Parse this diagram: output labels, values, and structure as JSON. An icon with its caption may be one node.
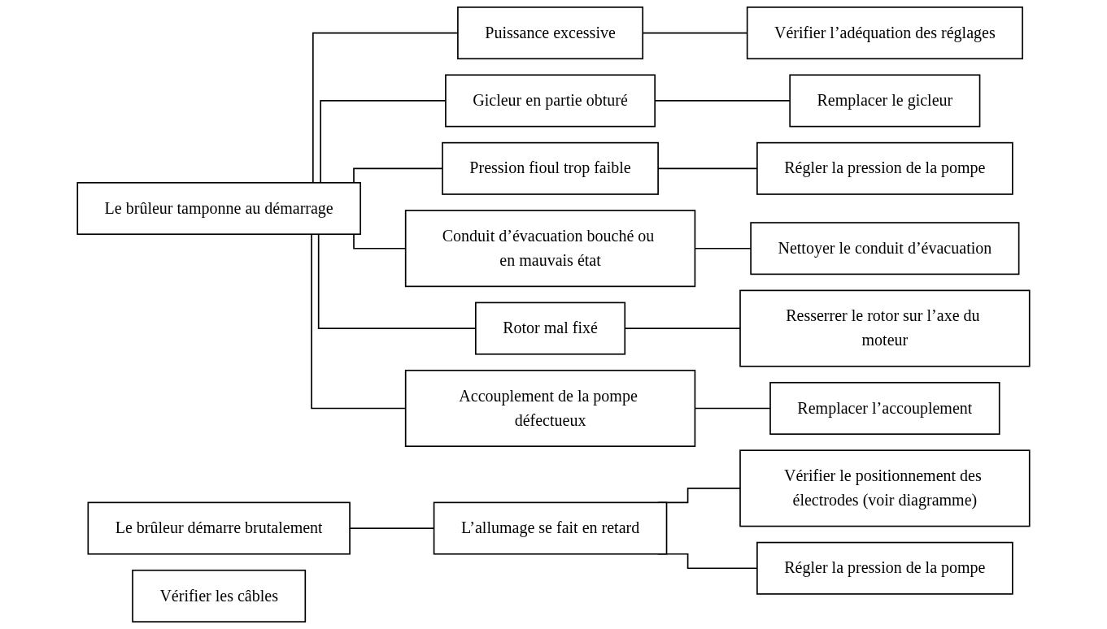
{
  "diagram": {
    "nodes": [
      {
        "text": [
          "Le brûleur tamponne au démarrage"
        ]
      },
      {
        "text": [
          "Puissance excessive"
        ]
      },
      {
        "text": [
          "Vérifier l’adéquation des réglages"
        ]
      },
      {
        "text": [
          "Gicleur en partie obturé"
        ]
      },
      {
        "text": [
          "Remplacer le gicleur"
        ]
      },
      {
        "text": [
          "Pression fioul trop faible"
        ]
      },
      {
        "text": [
          "Régler la pression de la pompe"
        ]
      },
      {
        "text": [
          "Conduit d’évacuation bouché ou en mauvais état"
        ]
      },
      {
        "text": [
          "Nettoyer le conduit d’évacuation"
        ]
      },
      {
        "text": [
          "Rotor mal fixé"
        ]
      },
      {
        "text": [
          "Resserrer le rotor sur l’axe du moteur"
        ]
      },
      {
        "text": [
          "Accouplement de la pompe défectueux"
        ]
      },
      {
        "text": [
          "Remplacer l’accouplement"
        ]
      },
      {
        "text": [
          "Le brûleur démarre brutalement"
        ]
      },
      {
        "text": [
          "L’allumage se fait en retard"
        ]
      },
      {
        "text": [
          "Vérifier le positionnement des électrodes (voir diagramme)"
        ]
      },
      {
        "text": [
          "Vérifier les câbles"
        ]
      },
      {
        "text": [
          "Régler la pression de la pompe"
        ]
      }
    ],
    "edges": [
      {
        "from": 0,
        "to": 1,
        "arrow": "none"
      },
      {
        "from": 1,
        "to": 2,
        "arrow": "none"
      },
      {
        "from": 0,
        "to": 3,
        "arrow": "none"
      },
      {
        "from": 3,
        "to": 4,
        "arrow": "none"
      },
      {
        "from": 0,
        "to": 5,
        "arrow": "none"
      },
      {
        "from": 5,
        "to": 6,
        "arrow": "none"
      },
      {
        "from": 0,
        "to": 7,
        "arrow": "none"
      },
      {
        "from": 7,
        "to": 8,
        "arrow": "none"
      },
      {
        "from": 0,
        "to": 9,
        "arrow": "none"
      },
      {
        "from": 9,
        "to": 10,
        "arrow": "none"
      },
      {
        "from": 0,
        "to": 11,
        "arrow": "none"
      },
      {
        "from": 11,
        "to": 12,
        "arrow": "none"
      },
      {
        "from": 13,
        "to": 14,
        "arrow": "none"
      },
      {
        "from": 14,
        "to": 15,
        "arrow": "none"
      },
      {
        "from": 14,
        "to": 17,
        "arrow": "none"
      }
    ]
  }
}
